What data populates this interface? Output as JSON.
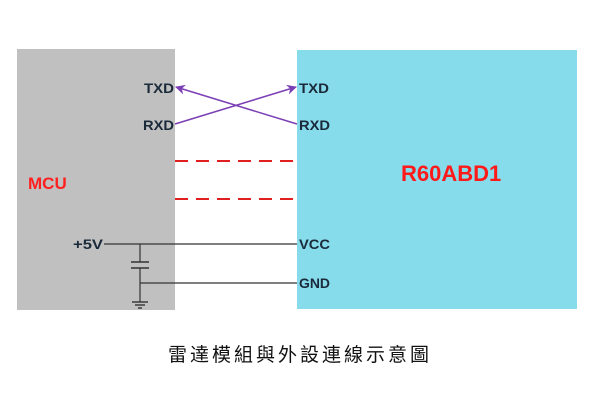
{
  "diagram": {
    "mcu": {
      "label": "MCU",
      "fill": "#c0c0c0",
      "label_color": "#ff2020"
    },
    "module": {
      "label": "R60ABD1",
      "fill": "#87dcec",
      "label_color": "#ff1a1a"
    },
    "mcu_pins": {
      "txd": "TXD",
      "rxd": "RXD",
      "vplus": "+5V"
    },
    "module_pins": {
      "txd": "TXD",
      "rxd": "RXD",
      "vcc": "VCC",
      "gnd": "GND"
    },
    "colors": {
      "uart_line": "#7b3fb5",
      "dashed_line": "#e02020",
      "wire": "#333333"
    }
  },
  "caption": "雷達模組與外設連線示意圖"
}
